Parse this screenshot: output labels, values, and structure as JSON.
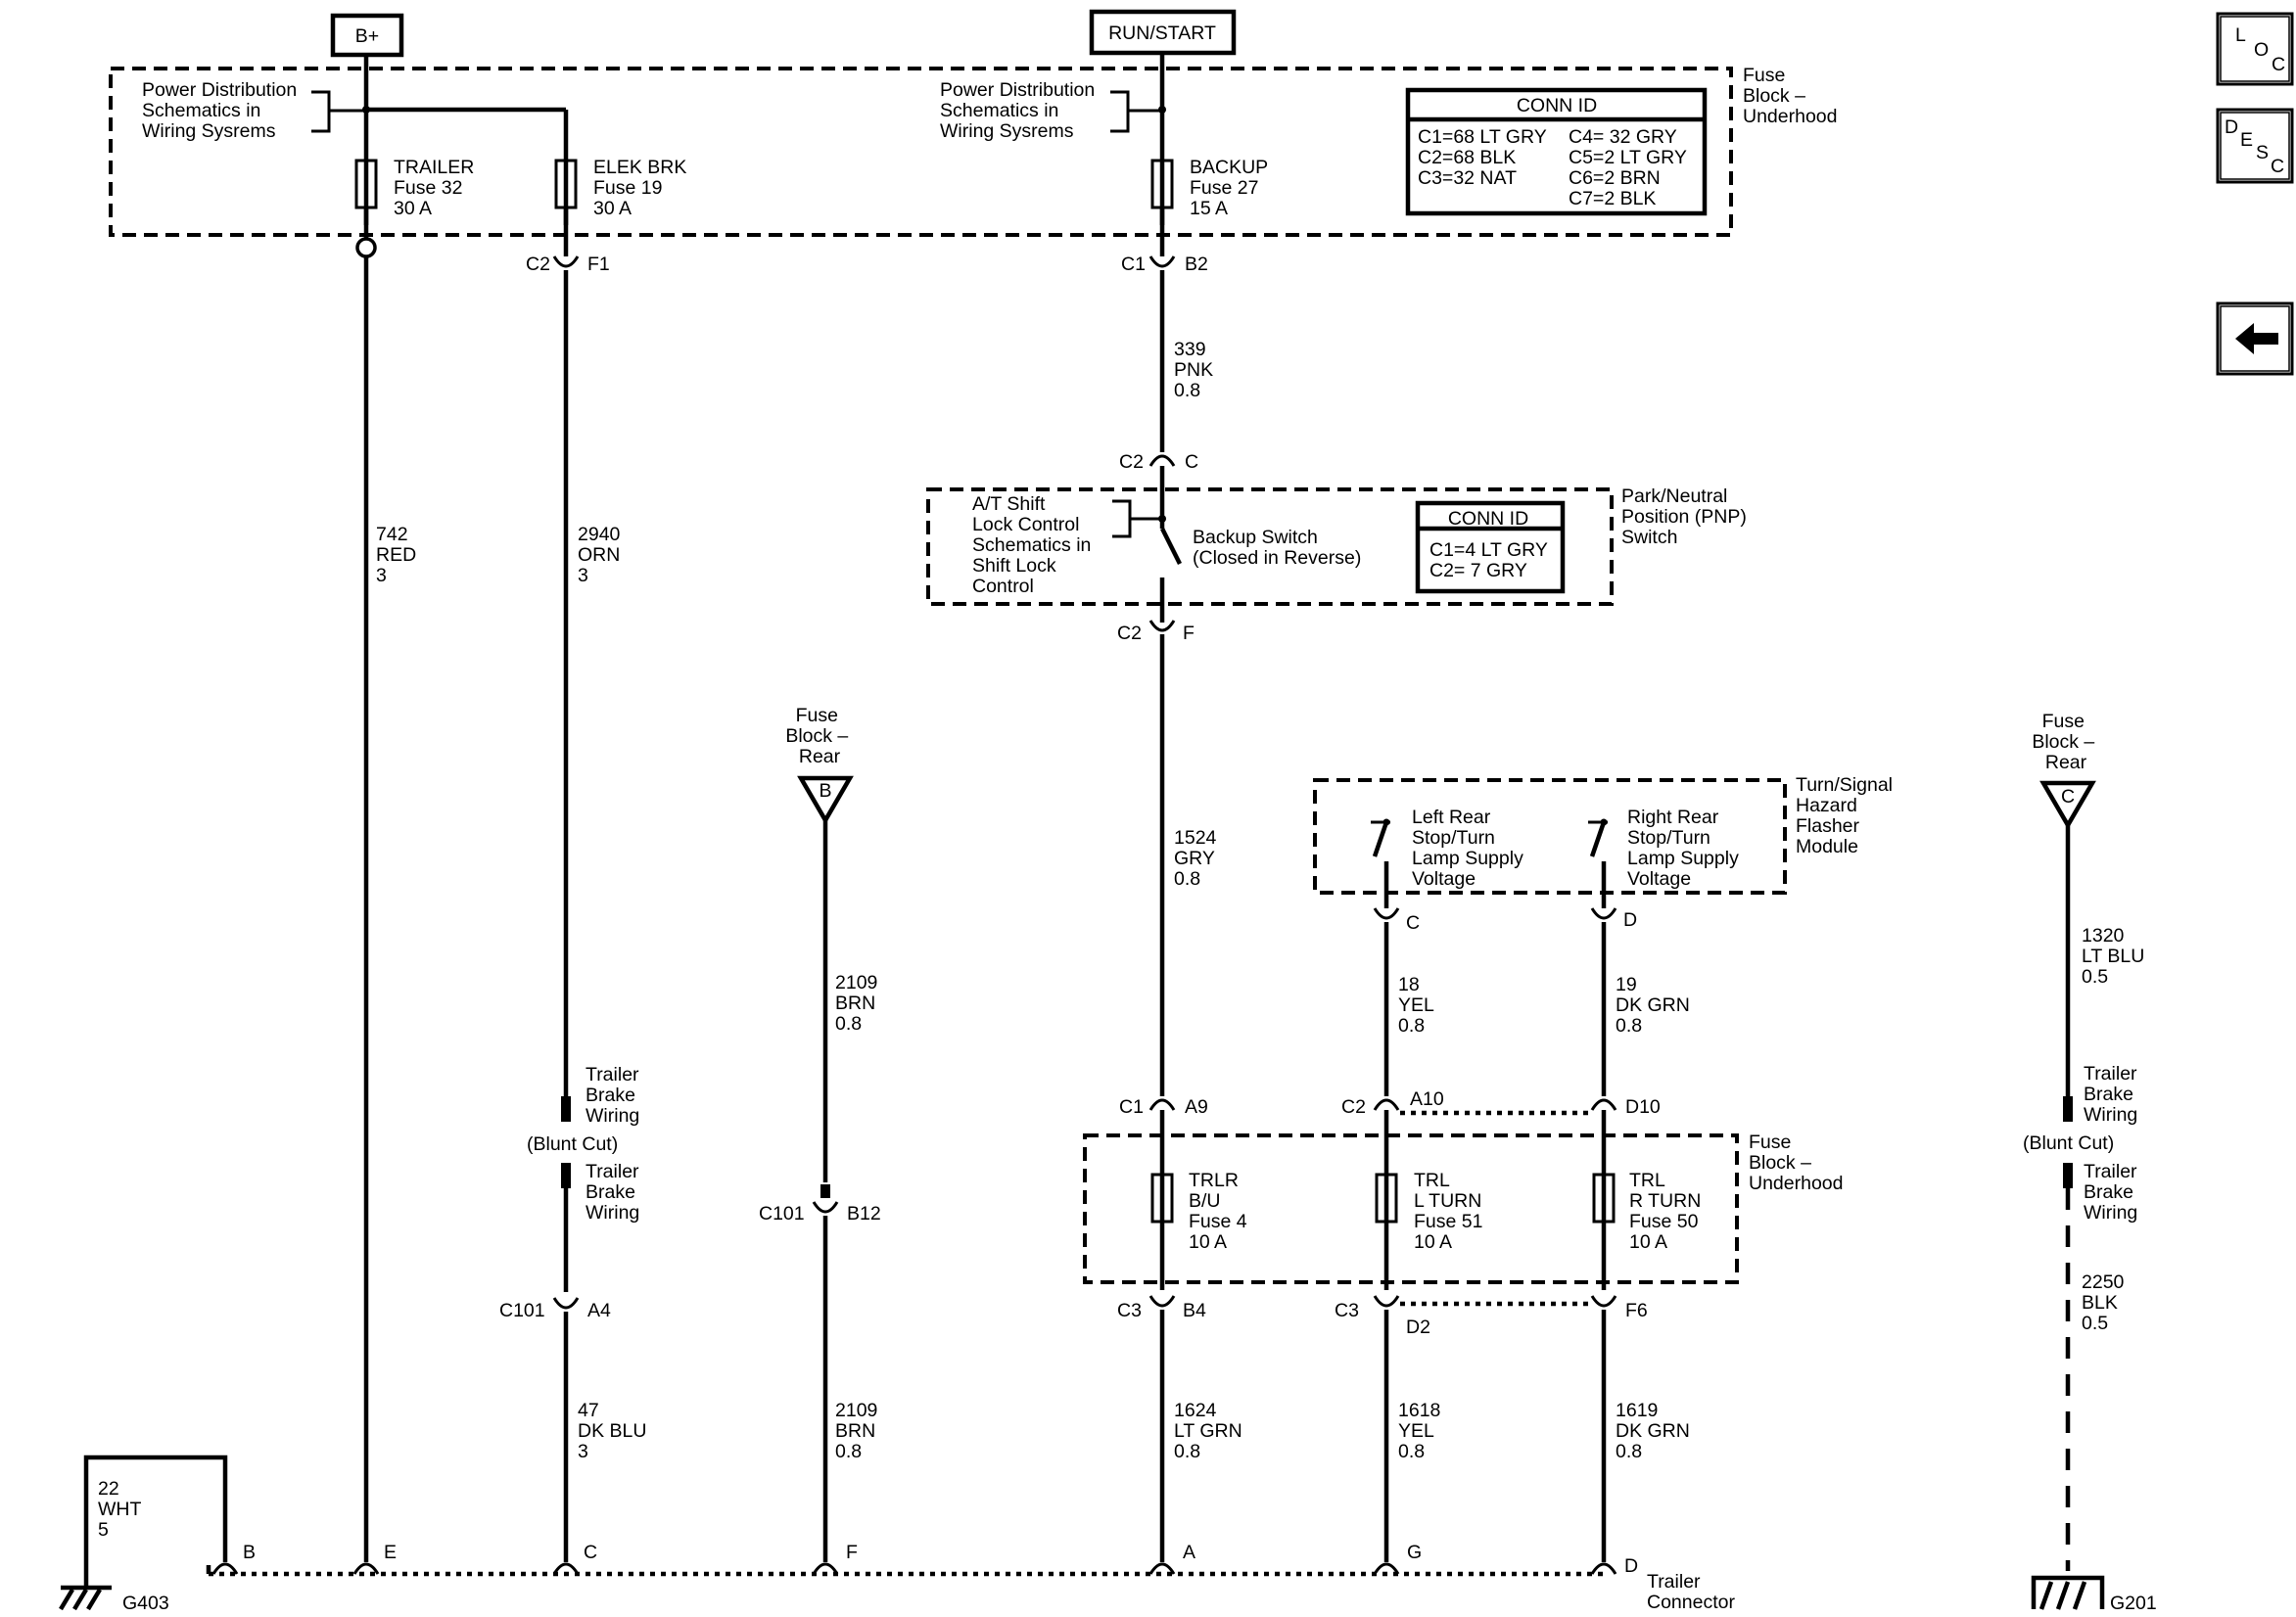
{
  "sources": {
    "bplus": "B+",
    "runstart": "RUN/START"
  },
  "pds_left": [
    "Power Distribution",
    "Schematics in",
    "Wiring Sysrems"
  ],
  "pds_mid": [
    "Power Distribution",
    "Schematics in",
    "Wiring Sysrems"
  ],
  "fuse_block_underhood_top": [
    "Fuse",
    "Block –",
    "Underhood"
  ],
  "fuse_block_underhood_bottom": [
    "Fuse",
    "Block –",
    "Underhood"
  ],
  "conn_id_title": "CONN ID",
  "conn_id_top_left": [
    "C1=68 LT GRY",
    "C2=68 BLK",
    "C3=32 NAT"
  ],
  "conn_id_top_right": [
    "C4= 32 GRY",
    "C5=2 LT GRY",
    "C6=2 BRN",
    "C7=2 BLK"
  ],
  "fuses_top": {
    "trailer": [
      "TRAILER",
      "Fuse 32",
      "30 A"
    ],
    "elekbrk": [
      "ELEK BRK",
      "Fuse 19",
      "30 A"
    ],
    "backup": [
      "BACKUP",
      "Fuse 27",
      "15 A"
    ]
  },
  "connectors": {
    "c2": "C2",
    "f1": "F1",
    "c1": "C1",
    "b2": "B2",
    "c": "C",
    "f": "F",
    "c1b": "C1",
    "a9": "A9",
    "c2b": "C2",
    "a10": "A10",
    "d10": "D10",
    "c3a": "C3",
    "b4": "B4",
    "c3b": "C3",
    "d2": "D2",
    "f6": "F6",
    "c101a": "C101",
    "a4": "A4",
    "c101b": "C101",
    "b12": "B12",
    "c2c": "C2",
    "c2d": "C2",
    "tsc": "C",
    "tsd": "D"
  },
  "wires": {
    "w742": [
      "742",
      "RED",
      "3"
    ],
    "w2940": [
      "2940",
      "ORN",
      "3"
    ],
    "w339": [
      "339",
      "PNK",
      "0.8"
    ],
    "w1524": [
      "1524",
      "GRY",
      "0.8"
    ],
    "w2109a": [
      "2109",
      "BRN",
      "0.8"
    ],
    "w2109b": [
      "2109",
      "BRN",
      "0.8"
    ],
    "w18": [
      "18",
      "YEL",
      "0.8"
    ],
    "w19": [
      "19",
      "DK GRN",
      "0.8"
    ],
    "w1320": [
      "1320",
      "LT BLU",
      "0.5"
    ],
    "w47": [
      "47",
      "DK BLU",
      "3"
    ],
    "w1624": [
      "1624",
      "LT GRN",
      "0.8"
    ],
    "w1618": [
      "1618",
      "YEL",
      "0.8"
    ],
    "w1619": [
      "1619",
      "DK GRN",
      "0.8"
    ],
    "w2250": [
      "2250",
      "BLK",
      "0.5"
    ],
    "w22": [
      "22",
      "WHT",
      "5"
    ]
  },
  "pnp": {
    "label": [
      "Park/Neutral",
      "Position (PNP)",
      "Switch"
    ],
    "atshift": [
      "A/T Shift",
      "Lock Control",
      "Schematics in",
      "Shift Lock",
      "Control"
    ],
    "switch": [
      "Backup Switch",
      "(Closed in Reverse)"
    ],
    "conn_title": "CONN ID",
    "conn": [
      "C1=4 LT GRY",
      "C2= 7 GRY"
    ]
  },
  "fuse_block_rear_b": [
    "Fuse",
    "Block –",
    "Rear"
  ],
  "fuse_block_rear_c": [
    "Fuse",
    "Block –",
    "Rear"
  ],
  "ref_b": "B",
  "ref_c": "C",
  "hazard": {
    "label": [
      "Turn/Signal",
      "Hazard",
      "Flasher",
      "Module"
    ],
    "left": [
      "Left Rear",
      "Stop/Turn",
      "Lamp Supply",
      "Voltage"
    ],
    "right": [
      "Right Rear",
      "Stop/Turn",
      "Lamp Supply",
      "Voltage"
    ]
  },
  "trailer_brake_wiring": [
    "Trailer",
    "Brake",
    "Wiring"
  ],
  "blunt_cut": "(Blunt Cut)",
  "fuses_bottom": {
    "trlr": [
      "TRLR",
      "B/U",
      "Fuse 4",
      "10 A"
    ],
    "lturn": [
      "TRL",
      "L TURN",
      "Fuse 51",
      "10 A"
    ],
    "rturn": [
      "TRL",
      "R TURN",
      "Fuse 50",
      "10 A"
    ]
  },
  "trailer_connector_pins": {
    "b": "B",
    "e": "E",
    "c": "C",
    "f": "F",
    "a": "A",
    "g": "G",
    "d": "D"
  },
  "trailer_connector_label": [
    "Trailer",
    "Connector"
  ],
  "grounds": {
    "g403": "G403",
    "g201": "G201"
  },
  "nav": {
    "loc": [
      "L",
      "O",
      "C"
    ],
    "desc": [
      "D",
      "E",
      "S",
      "C"
    ],
    "back_icon": "left-arrow-icon"
  }
}
